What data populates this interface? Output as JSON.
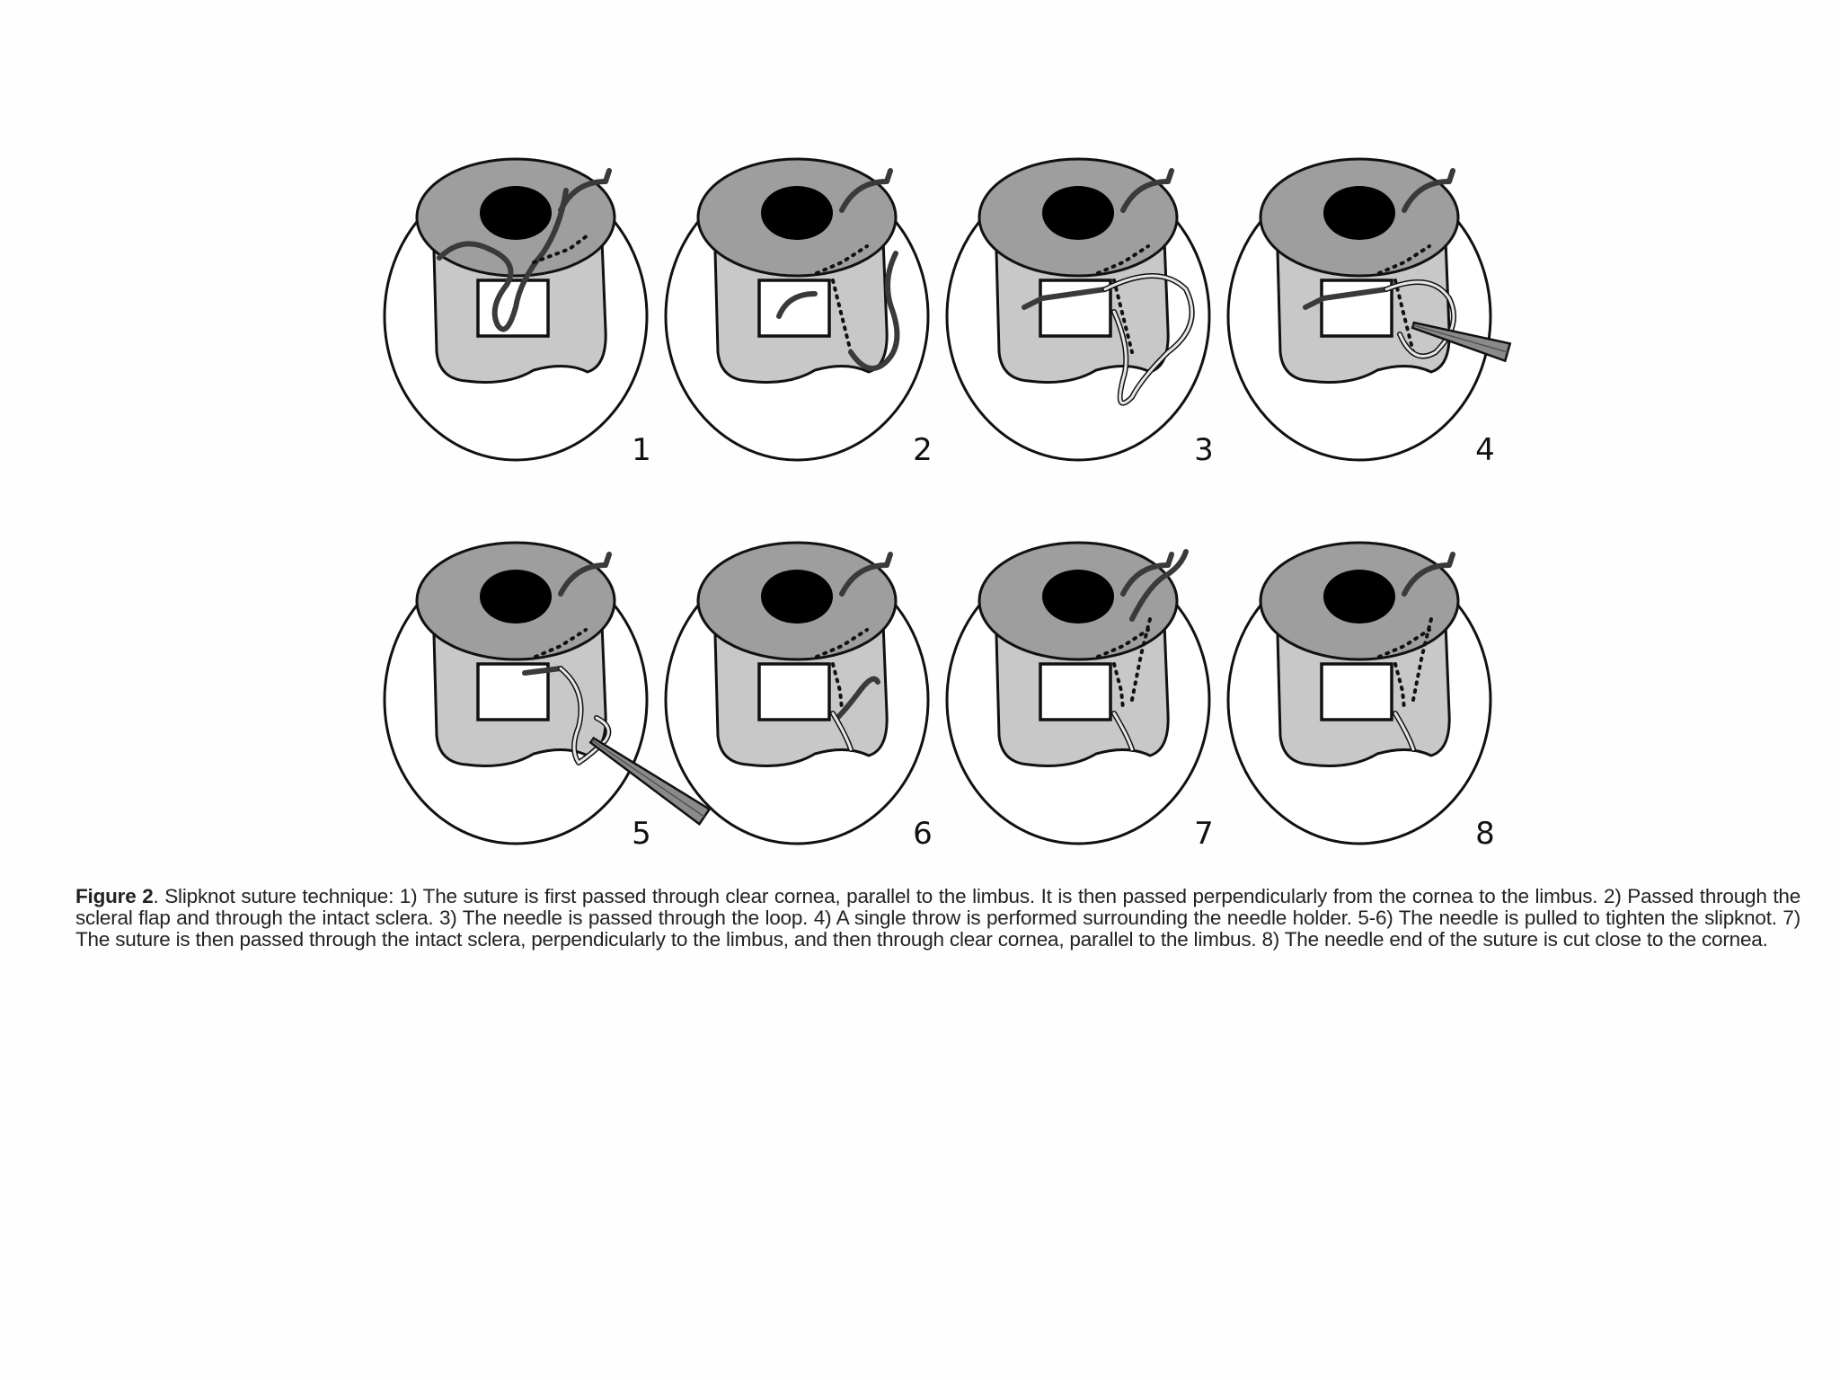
{
  "figure": {
    "panels": [
      {
        "number": "1"
      },
      {
        "number": "2"
      },
      {
        "number": "3"
      },
      {
        "number": "4"
      },
      {
        "number": "5"
      },
      {
        "number": "6"
      },
      {
        "number": "7"
      },
      {
        "number": "8"
      }
    ],
    "colors": {
      "cornea": "#9e9e9e",
      "pupil": "#000000",
      "flap": "#c8c8c8",
      "window": "#ffffff",
      "suture": "#3a3a3a",
      "loop": "#e6e6e6",
      "needle_holder": "#8a8a8a",
      "outline": "#111111"
    }
  },
  "caption": {
    "label": "Figure 2",
    "text": ". Slipknot suture technique: 1) The suture is first passed through clear cornea, parallel to the limbus. It is then passed perpendicularly from the cornea to the limbus. 2) Passed through the scleral flap and through the intact sclera. 3) The needle is passed through the loop. 4) A single throw is performed surrounding the needle holder. 5-6) The needle is pulled to tighten the slipknot. 7) The suture is then passed through the intact sclera, perpendicularly to the limbus, and then through clear cornea, parallel to the limbus. 8) The needle end of the suture is cut close to the cornea."
  }
}
